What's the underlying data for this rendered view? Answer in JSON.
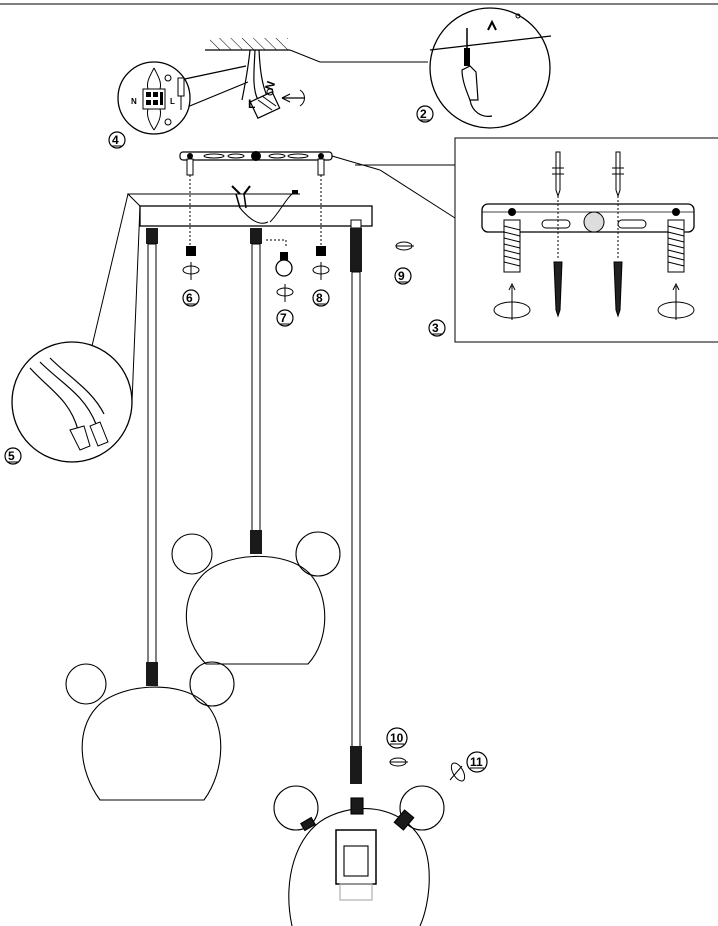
{
  "steps": {
    "s2": "2",
    "s3": "3",
    "s4": "4",
    "s5": "5",
    "s6": "6",
    "s7": "7",
    "s8": "8",
    "s9": "9",
    "s10": "10",
    "s11": "11"
  },
  "terminal_labels": {
    "neutral": "N",
    "live": "L"
  },
  "connector_labels": {
    "n": "N",
    "l": "L"
  },
  "colors": {
    "line": "#000000",
    "background": "#ffffff",
    "bulb_holder": "#1a1a1a"
  }
}
